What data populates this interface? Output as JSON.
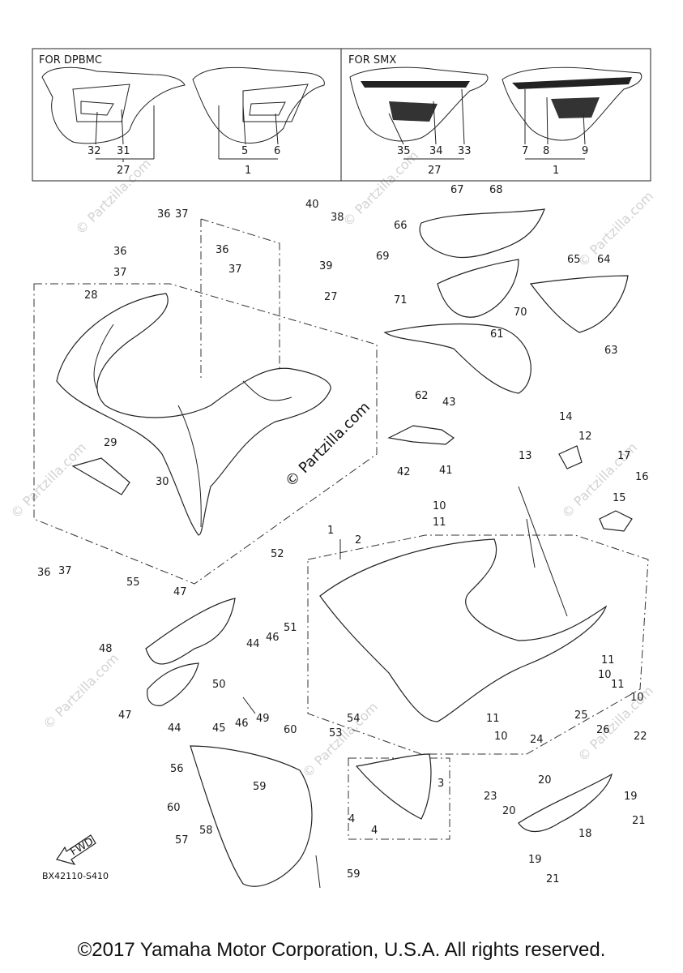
{
  "variant_boxes": {
    "left_title": "FOR DPBMC",
    "right_title": "FOR SMX"
  },
  "watermark": "© Partzilla.com",
  "diagram_code": "BX42110-S410",
  "fwd_label": "FWD",
  "copyright": "©2017 Yamaha Motor Corporation, U.S.A. All rights reserved.",
  "callouts": [
    "32",
    "31",
    "27",
    "5",
    "6",
    "1",
    "35",
    "34",
    "33",
    "27",
    "7",
    "8",
    "9",
    "1",
    "36",
    "37",
    "36",
    "37",
    "40",
    "38",
    "36",
    "37",
    "39",
    "67",
    "68",
    "66",
    "69",
    "65",
    "64",
    "71",
    "70",
    "28",
    "27",
    "61",
    "63",
    "62",
    "43",
    "29",
    "14",
    "12",
    "30",
    "42",
    "41",
    "13",
    "17",
    "16",
    "15",
    "10",
    "11",
    "1",
    "2",
    "36",
    "37",
    "55",
    "52",
    "47",
    "51",
    "46",
    "44",
    "48",
    "50",
    "11",
    "10",
    "11",
    "10",
    "45",
    "46",
    "49",
    "47",
    "44",
    "54",
    "25",
    "26",
    "11",
    "10",
    "22",
    "60",
    "53",
    "24",
    "56",
    "20",
    "3",
    "19",
    "60",
    "23",
    "59",
    "20",
    "21",
    "18",
    "4",
    "4",
    "58",
    "57",
    "19",
    "21",
    "59"
  ]
}
